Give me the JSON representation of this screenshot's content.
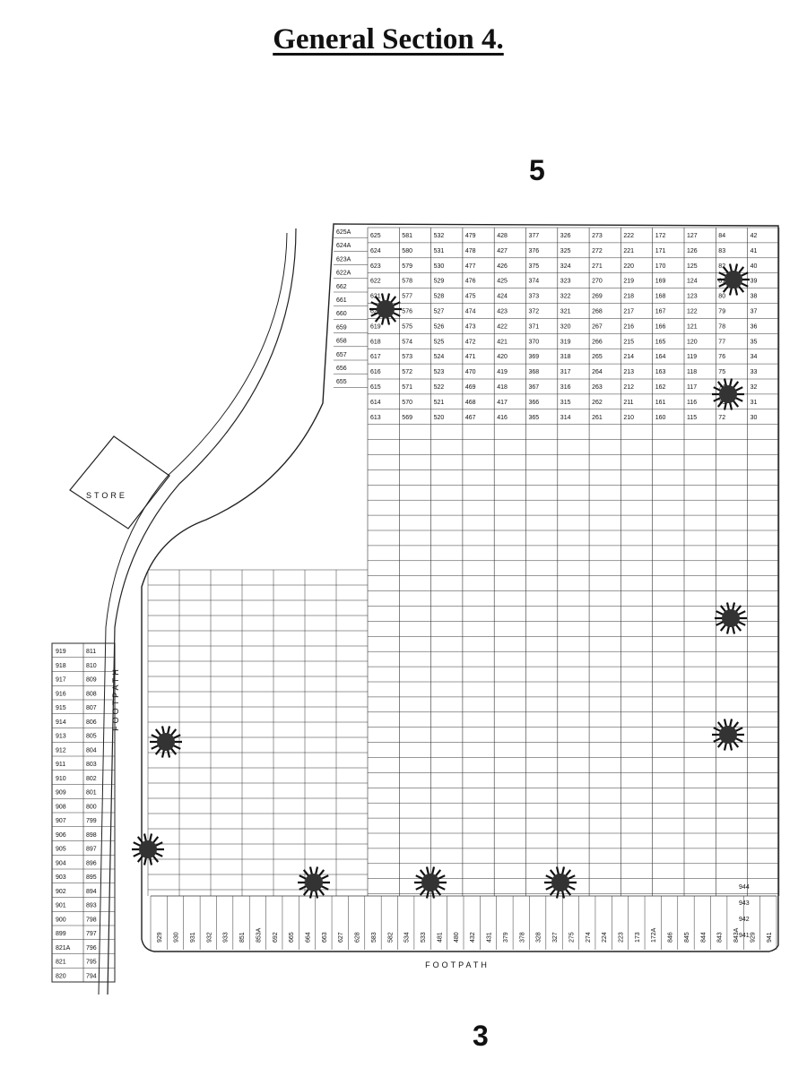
{
  "title": "General Section 4.",
  "adjacent_top": "5",
  "adjacent_bottom": "3",
  "labels": {
    "store": "STORE",
    "footpath_left": "FOOTPATH",
    "footpath_bottom": "FOOTPATH"
  },
  "lot_columns": [
    [
      "625",
      "624",
      "623",
      "622",
      "621",
      "620",
      "619",
      "618",
      "617",
      "616",
      "615",
      "614",
      "613"
    ],
    [
      "581",
      "580",
      "579",
      "578",
      "577",
      "576",
      "575",
      "574",
      "573",
      "572",
      "571",
      "570",
      "569"
    ],
    [
      "532",
      "531",
      "530",
      "529",
      "528",
      "527",
      "526",
      "525",
      "524",
      "523",
      "522",
      "521",
      "520"
    ],
    [
      "479",
      "478",
      "477",
      "476",
      "475",
      "474",
      "473",
      "472",
      "471",
      "470",
      "469",
      "468",
      "467"
    ],
    [
      "428",
      "427",
      "426",
      "425",
      "424",
      "423",
      "422",
      "421",
      "420",
      "419",
      "418",
      "417",
      "416"
    ],
    [
      "377",
      "376",
      "375",
      "374",
      "373",
      "372",
      "371",
      "370",
      "369",
      "368",
      "367",
      "366",
      "365"
    ],
    [
      "326",
      "325",
      "324",
      "323",
      "322",
      "321",
      "320",
      "319",
      "318",
      "317",
      "316",
      "315",
      "314"
    ],
    [
      "273",
      "272",
      "271",
      "270",
      "269",
      "268",
      "267",
      "266",
      "265",
      "264",
      "263",
      "262",
      "261"
    ],
    [
      "222",
      "221",
      "220",
      "219",
      "218",
      "217",
      "216",
      "215",
      "214",
      "213",
      "212",
      "211",
      "210"
    ],
    [
      "172",
      "171",
      "170",
      "169",
      "168",
      "167",
      "166",
      "165",
      "164",
      "163",
      "162",
      "161",
      "160"
    ],
    [
      "127",
      "126",
      "125",
      "124",
      "123",
      "122",
      "121",
      "120",
      "119",
      "118",
      "117",
      "116",
      "115"
    ],
    [
      "84",
      "83",
      "82",
      "81",
      "80",
      "79",
      "78",
      "77",
      "76",
      "75",
      "74",
      "73",
      "72"
    ],
    [
      "42",
      "41",
      "40",
      "39",
      "38",
      "37",
      "36",
      "35",
      "34",
      "33",
      "32",
      "31",
      "30"
    ]
  ],
  "upper_left_block": [
    "625A",
    "624A",
    "623A",
    "622A",
    "662",
    "661",
    "660",
    "659",
    "658",
    "657",
    "656",
    "655"
  ],
  "left_strip_a": [
    "919",
    "918",
    "917",
    "916",
    "915",
    "914",
    "913",
    "912",
    "911",
    "910",
    "909",
    "908",
    "907",
    "906",
    "905",
    "904",
    "903",
    "902",
    "901",
    "900",
    "899",
    "821A",
    "821",
    "820"
  ],
  "left_strip_b": [
    "811",
    "810",
    "809",
    "808",
    "807",
    "806",
    "805",
    "804",
    "803",
    "802",
    "801",
    "800",
    "799",
    "898",
    "897",
    "896",
    "895",
    "894",
    "893",
    "798",
    "797",
    "796",
    "795",
    "794"
  ],
  "bottom_row": [
    "929",
    "930",
    "931",
    "932",
    "933",
    "851",
    "853A",
    "692",
    "665",
    "664",
    "663",
    "627",
    "628",
    "583",
    "582",
    "534",
    "533",
    "481",
    "480",
    "432",
    "431",
    "379",
    "378",
    "328",
    "327",
    "275",
    "274",
    "224",
    "223",
    "173",
    "172A",
    "846",
    "845",
    "844",
    "843",
    "843A",
    "929",
    "941"
  ],
  "right_column_end": [
    "944",
    "943",
    "942",
    "941"
  ]
}
